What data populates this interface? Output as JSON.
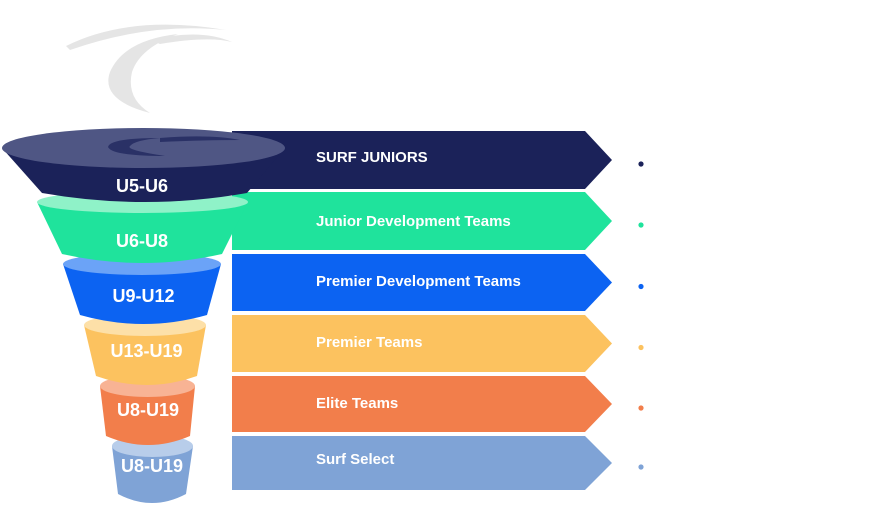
{
  "funnel": {
    "stages": [
      {
        "age_group": "U5-U6",
        "program": "SURF JUNIORS",
        "color": "#1b2259",
        "rim_color": "#4f5684",
        "bullet_color": "#1b2259"
      },
      {
        "age_group": "U6-U8",
        "program": "Junior Development Teams",
        "color": "#1fe39c",
        "rim_color": "#8ff2c8",
        "bullet_color": "#1fe39c"
      },
      {
        "age_group": "U9-U12",
        "program": "Premier Development Teams",
        "color": "#0c63f2",
        "rim_color": "#6ba3f7",
        "bullet_color": "#0c63f2"
      },
      {
        "age_group": "U13-U19",
        "program": "Premier Teams",
        "color": "#fcc25f",
        "rim_color": "#fde0a8",
        "bullet_color": "#fcc25f"
      },
      {
        "age_group": "U8-U19",
        "program": "Elite Teams",
        "color": "#f27e4b",
        "rim_color": "#f8b394",
        "bullet_color": "#f27e4b"
      },
      {
        "age_group": "U8-U19",
        "program": "Surf Select",
        "color": "#7fa3d6",
        "rim_color": "#b8cdea",
        "bullet_color": "#7fa3d6"
      }
    ]
  },
  "logo": {
    "icon": "surf-wave-logo-icon",
    "color": "#e5e5e5"
  },
  "colors": {
    "label_text": "#ffffff",
    "funnel_top": "#4f5684",
    "background": "#ffffff"
  }
}
